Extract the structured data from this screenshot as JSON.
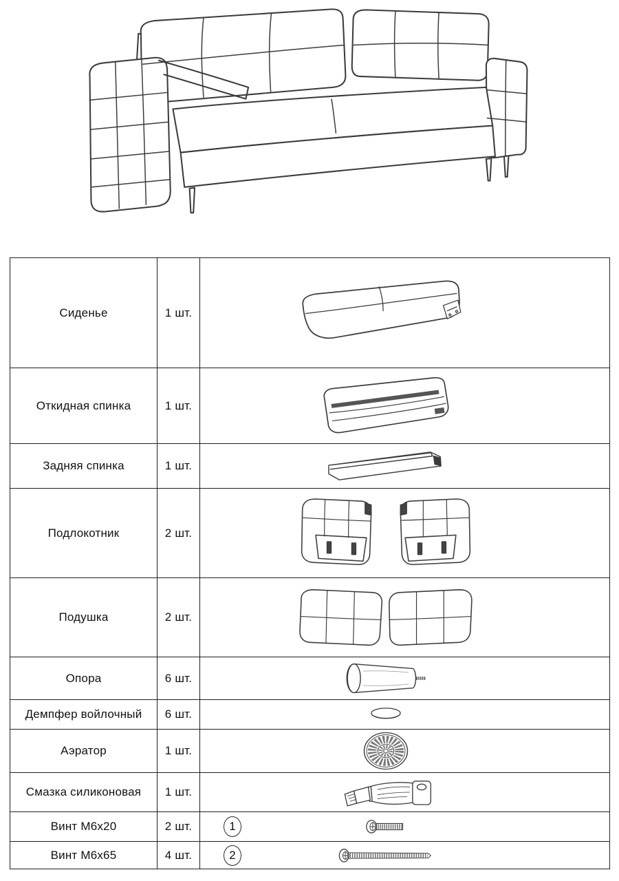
{
  "colors": {
    "line": "#3b3b3b",
    "border": "#1f1f1f",
    "background": "#ffffff"
  },
  "hero": {
    "part": "sofa-assembled-line-drawing"
  },
  "table": {
    "rows": [
      {
        "name": "Сиденье",
        "qty": "1 шт.",
        "part": "seat"
      },
      {
        "name": "Откидная спинка",
        "qty": "1 шт.",
        "part": "folding-backrest"
      },
      {
        "name": "Задняя спинка",
        "qty": "1 шт.",
        "part": "rear-backrest-plank"
      },
      {
        "name": "Подлокотник",
        "qty": "2 шт.",
        "part": "armrest"
      },
      {
        "name": "Подушка",
        "qty": "2 шт.",
        "part": "cushion"
      },
      {
        "name": "Опора",
        "qty": "6 шт.",
        "part": "leg-support"
      },
      {
        "name": "Демпфер войлочный",
        "qty": "6 шт.",
        "part": "felt-damper"
      },
      {
        "name": "Аэратор",
        "qty": "1 шт.",
        "part": "aerator"
      },
      {
        "name": "Смазка силиконовая",
        "qty": "1 шт.",
        "part": "silicone-grease"
      },
      {
        "name": "Винт М6х20",
        "qty": "2 шт.",
        "marker": "1",
        "part": "screw-m6x20"
      },
      {
        "name": "Винт М6х65",
        "qty": "4 шт.",
        "marker": "2",
        "part": "screw-m6x65"
      }
    ]
  }
}
